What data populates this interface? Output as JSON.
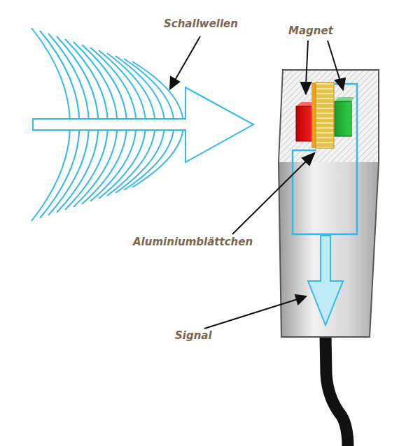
{
  "diagram": {
    "labels": [
      "Schallwellen",
      "Magnet",
      "Aluminiumblättchen",
      "Signal"
    ]
  }
}
